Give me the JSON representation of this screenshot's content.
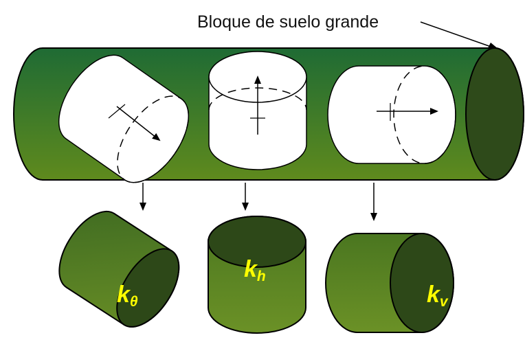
{
  "title": "Bloque de suelo grande",
  "samples": [
    {
      "orientation": "inclined",
      "label_main": "k",
      "label_sub": "θ"
    },
    {
      "orientation": "vertical",
      "label_main": "k",
      "label_sub": "h"
    },
    {
      "orientation": "horizontal",
      "label_main": "k",
      "label_sub": "v"
    }
  ],
  "colors": {
    "large_block_top": "#1f6b34",
    "large_block_bottom": "#5f8a1d",
    "large_block_end": "#2e4a1a",
    "sample_side": "#4f7a1e",
    "sample_face": "#2d4818",
    "outline": "#000000",
    "label": "#ffff00"
  }
}
